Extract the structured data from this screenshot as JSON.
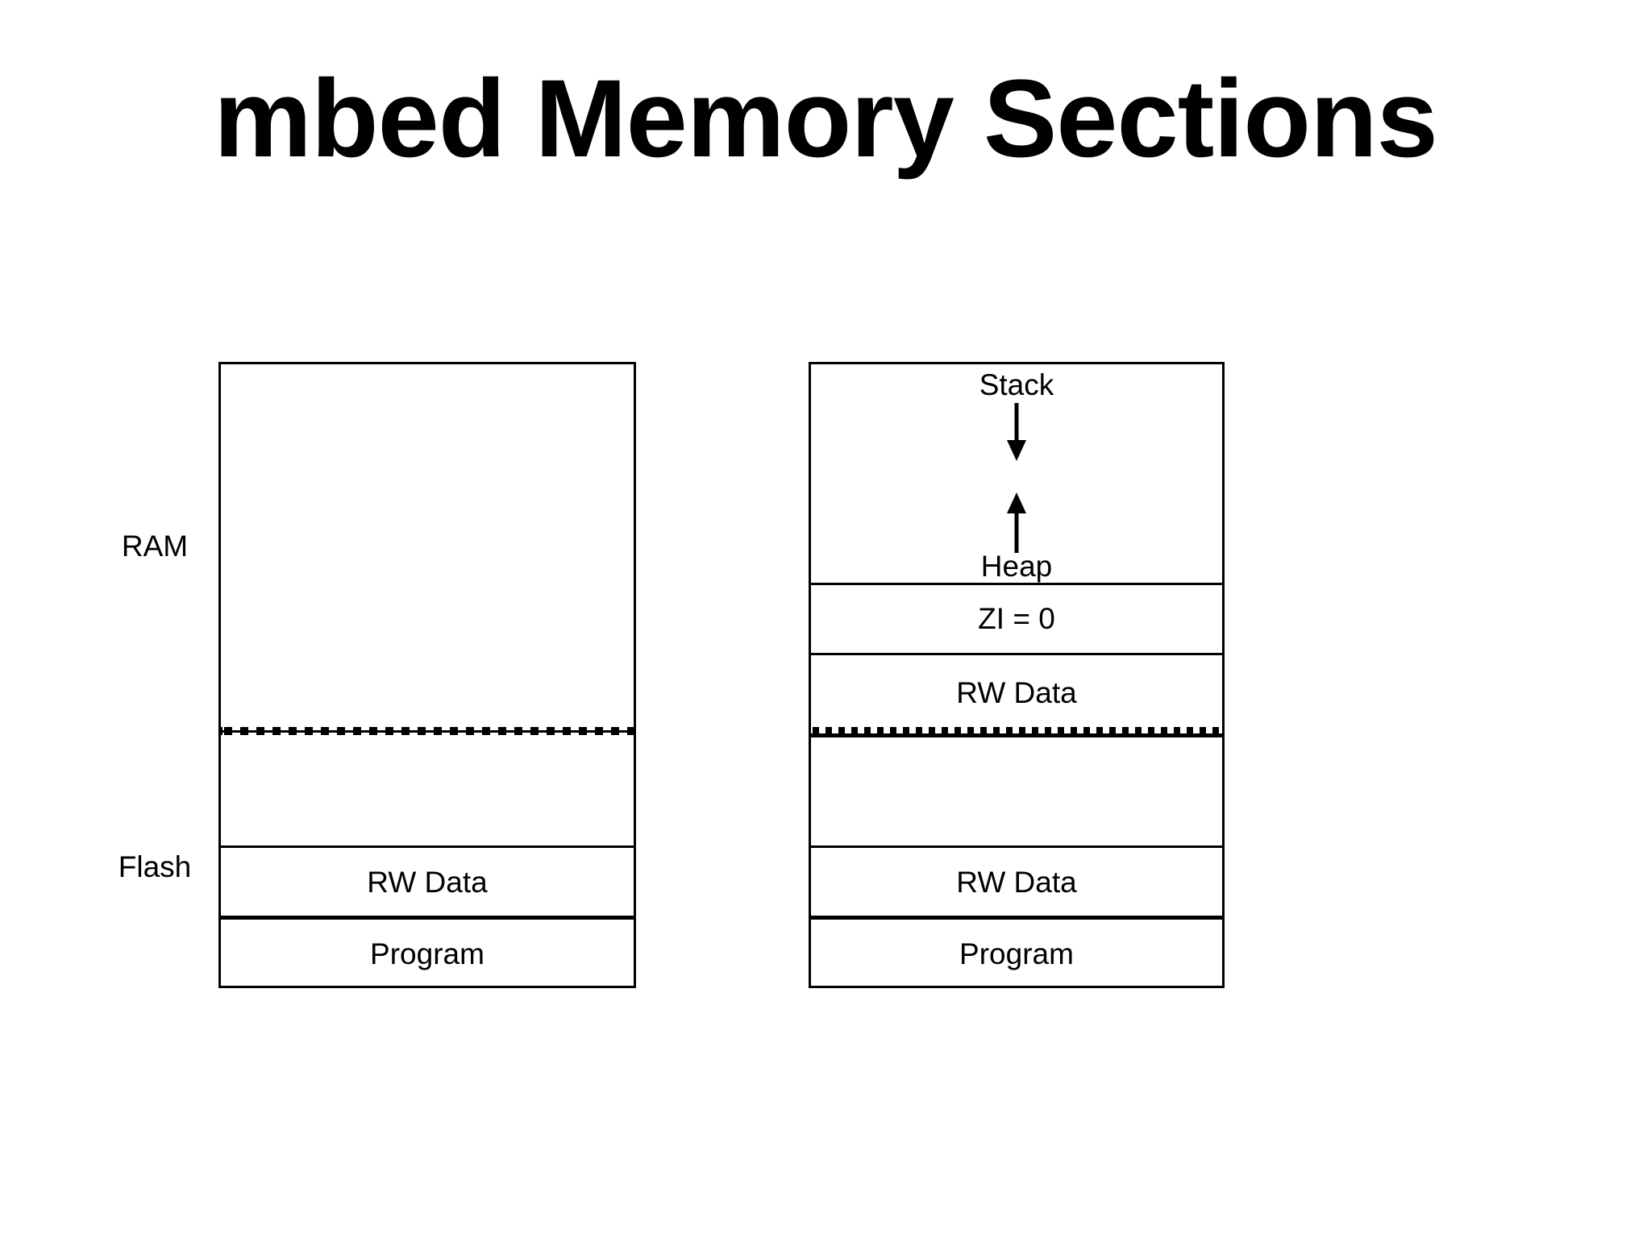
{
  "title": "mbed Memory Sections",
  "side_labels": {
    "ram": "RAM",
    "flash": "Flash"
  },
  "left_box": {
    "rw_data": "RW Data",
    "program": "Program"
  },
  "right_box": {
    "stack": "Stack",
    "heap": "Heap",
    "zi": "ZI = 0",
    "rw_data_upper": "RW Data",
    "rw_data_lower": "RW Data",
    "program": "Program"
  },
  "colors": {
    "ink": "#000000",
    "background": "#ffffff"
  }
}
